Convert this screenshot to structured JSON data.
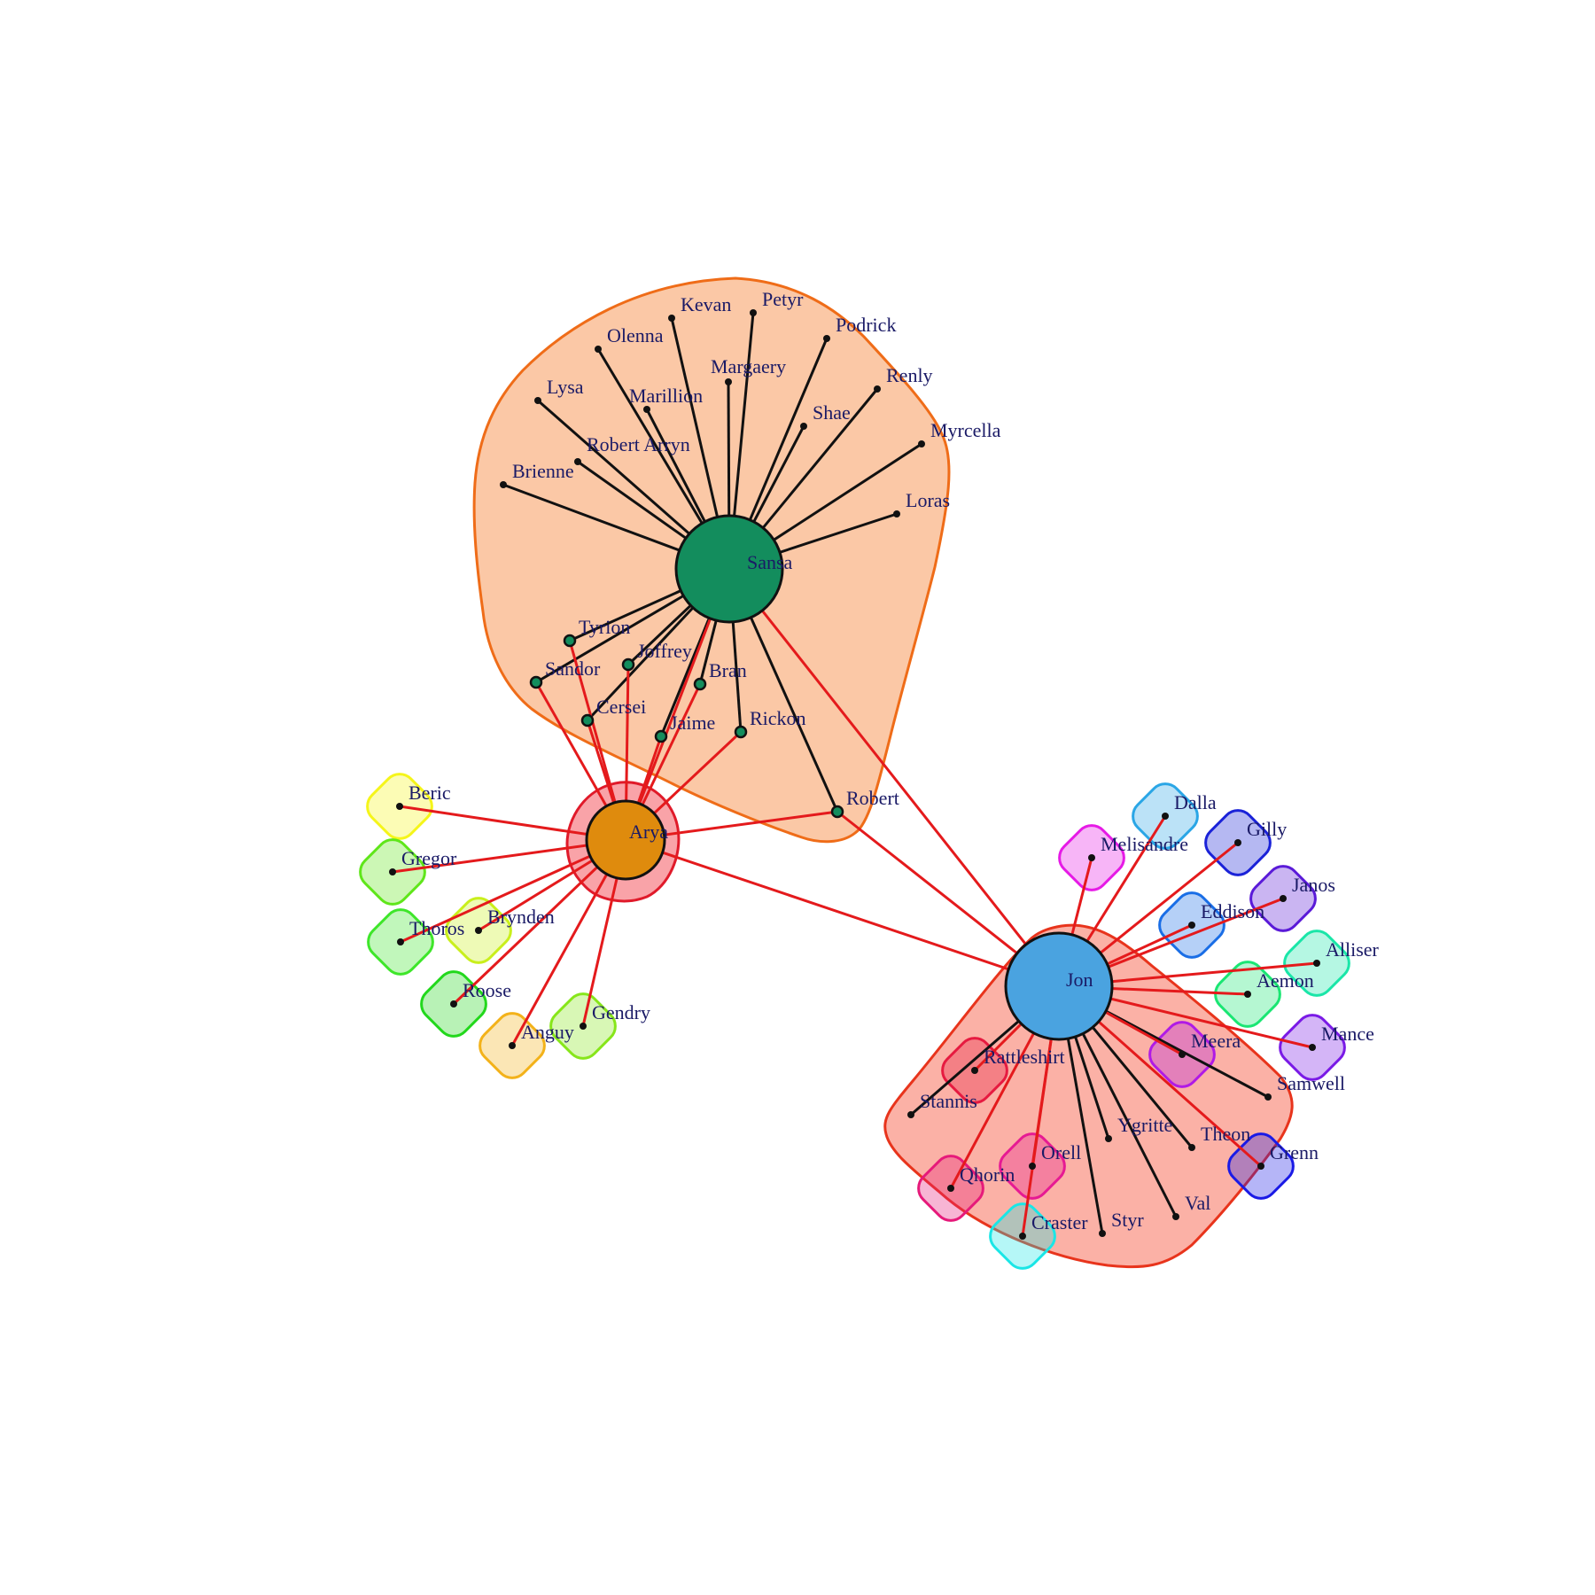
{
  "colors": {
    "edge_intra": "#111111",
    "edge_inter": "#e41a1c",
    "sansa_group_fill": "#fbc8a6",
    "sansa_group_stroke": "#ef6c18",
    "jon_group_fill": "#fbb1a6",
    "jon_group_stroke": "#e8341c",
    "arya_group_fill": "#f9a3a8",
    "arya_group_stroke": "#e01a2a",
    "label": "#1a1a66"
  },
  "hubs": [
    {
      "id": "sansa",
      "label": "Sansa",
      "color": "#138d5d"
    },
    {
      "id": "arya",
      "label": "Arya",
      "color": "#df8b0d"
    },
    {
      "id": "jon",
      "label": "Jon",
      "color": "#4aa3e0"
    }
  ],
  "mid_nodes": [
    {
      "id": "tyrion",
      "label": "Tyrion"
    },
    {
      "id": "joffrey",
      "label": "Joffrey"
    },
    {
      "id": "sandor",
      "label": "Sandor"
    },
    {
      "id": "bran",
      "label": "Bran"
    },
    {
      "id": "cersei",
      "label": "Cersei"
    },
    {
      "id": "jaime",
      "label": "Jaime"
    },
    {
      "id": "rickon",
      "label": "Rickon"
    },
    {
      "id": "robert",
      "label": "Robert"
    }
  ],
  "sansa_leaves": [
    {
      "id": "kevan",
      "label": "Kevan"
    },
    {
      "id": "petyr",
      "label": "Petyr"
    },
    {
      "id": "olenna",
      "label": "Olenna"
    },
    {
      "id": "podrick",
      "label": "Podrick"
    },
    {
      "id": "margaery",
      "label": "Margaery"
    },
    {
      "id": "lysa",
      "label": "Lysa"
    },
    {
      "id": "marillion",
      "label": "Marillion"
    },
    {
      "id": "renly",
      "label": "Renly"
    },
    {
      "id": "shae",
      "label": "Shae"
    },
    {
      "id": "myrcella",
      "label": "Myrcella"
    },
    {
      "id": "robert_arryn",
      "label": "Robert Arryn"
    },
    {
      "id": "brienne",
      "label": "Brienne"
    },
    {
      "id": "loras",
      "label": "Loras"
    }
  ],
  "arya_leaves": [
    {
      "id": "beric",
      "label": "Beric",
      "color": "#f5f51a"
    },
    {
      "id": "gregor",
      "label": "Gregor",
      "color": "#5fe61a"
    },
    {
      "id": "brynden",
      "label": "Brynden",
      "color": "#c9ef1c"
    },
    {
      "id": "thoros",
      "label": "Thoros",
      "color": "#3ee62a"
    },
    {
      "id": "roose",
      "label": "Roose",
      "color": "#22d81c"
    },
    {
      "id": "gendry",
      "label": "Gendry",
      "color": "#87e61a"
    },
    {
      "id": "anguy",
      "label": "Anguy",
      "color": "#f3b21a"
    }
  ],
  "jon_outer": [
    {
      "id": "dalla",
      "label": "Dalla",
      "color": "#2aa6e6"
    },
    {
      "id": "gilly",
      "label": "Gilly",
      "color": "#1a22d8"
    },
    {
      "id": "melisandre",
      "label": "Melisandre",
      "color": "#e61ae6"
    },
    {
      "id": "janos",
      "label": "Janos",
      "color": "#5a1ad8"
    },
    {
      "id": "eddison",
      "label": "Eddison",
      "color": "#1a6ee6"
    },
    {
      "id": "alliser",
      "label": "Alliser",
      "color": "#1ae6a8"
    },
    {
      "id": "aemon",
      "label": "Aemon",
      "color": "#1ae673"
    },
    {
      "id": "mance",
      "label": "Mance",
      "color": "#7a1ae6"
    },
    {
      "id": "meera",
      "label": "Meera",
      "color": "#b01ae6"
    },
    {
      "id": "rattleshirt",
      "label": "Rattleshirt",
      "color": "#e61a40"
    },
    {
      "id": "orell",
      "label": "Orell",
      "color": "#e61a93"
    },
    {
      "id": "qhorin",
      "label": "Qhorin",
      "color": "#e61a7a"
    },
    {
      "id": "craster",
      "label": "Craster",
      "color": "#1ae6e6"
    },
    {
      "id": "grenn",
      "label": "Grenn",
      "color": "#1a1ae6"
    }
  ],
  "jon_inner": [
    {
      "id": "samwell",
      "label": "Samwell"
    },
    {
      "id": "stannis",
      "label": "Stannis"
    },
    {
      "id": "ygritte",
      "label": "Ygritte"
    },
    {
      "id": "theon",
      "label": "Theon"
    },
    {
      "id": "styr",
      "label": "Styr"
    },
    {
      "id": "val",
      "label": "Val"
    }
  ],
  "edges_intra": [
    [
      "sansa",
      "kevan"
    ],
    [
      "sansa",
      "petyr"
    ],
    [
      "sansa",
      "olenna"
    ],
    [
      "sansa",
      "podrick"
    ],
    [
      "sansa",
      "margaery"
    ],
    [
      "sansa",
      "lysa"
    ],
    [
      "sansa",
      "marillion"
    ],
    [
      "sansa",
      "renly"
    ],
    [
      "sansa",
      "shae"
    ],
    [
      "sansa",
      "myrcella"
    ],
    [
      "sansa",
      "robert_arryn"
    ],
    [
      "sansa",
      "brienne"
    ],
    [
      "sansa",
      "loras"
    ],
    [
      "sansa",
      "tyrion"
    ],
    [
      "sansa",
      "joffrey"
    ],
    [
      "sansa",
      "sandor"
    ],
    [
      "sansa",
      "bran"
    ],
    [
      "sansa",
      "cersei"
    ],
    [
      "sansa",
      "jaime"
    ],
    [
      "sansa",
      "rickon"
    ],
    [
      "sansa",
      "robert"
    ],
    [
      "jon",
      "samwell"
    ],
    [
      "jon",
      "stannis"
    ],
    [
      "jon",
      "ygritte"
    ],
    [
      "jon",
      "theon"
    ],
    [
      "jon",
      "styr"
    ],
    [
      "jon",
      "val"
    ]
  ],
  "edges_inter": [
    [
      "arya",
      "sansa"
    ],
    [
      "arya",
      "tyrion"
    ],
    [
      "arya",
      "joffrey"
    ],
    [
      "arya",
      "sandor"
    ],
    [
      "arya",
      "bran"
    ],
    [
      "arya",
      "cersei"
    ],
    [
      "arya",
      "jaime"
    ],
    [
      "arya",
      "rickon"
    ],
    [
      "arya",
      "robert"
    ],
    [
      "arya",
      "beric"
    ],
    [
      "arya",
      "gregor"
    ],
    [
      "arya",
      "brynden"
    ],
    [
      "arya",
      "thoros"
    ],
    [
      "arya",
      "roose"
    ],
    [
      "arya",
      "gendry"
    ],
    [
      "arya",
      "anguy"
    ],
    [
      "arya",
      "jon"
    ],
    [
      "sansa",
      "jon"
    ],
    [
      "robert",
      "jon"
    ],
    [
      "jon",
      "dalla"
    ],
    [
      "jon",
      "gilly"
    ],
    [
      "jon",
      "melisandre"
    ],
    [
      "jon",
      "janos"
    ],
    [
      "jon",
      "eddison"
    ],
    [
      "jon",
      "alliser"
    ],
    [
      "jon",
      "aemon"
    ],
    [
      "jon",
      "mance"
    ],
    [
      "jon",
      "meera"
    ],
    [
      "jon",
      "rattleshirt"
    ],
    [
      "jon",
      "orell"
    ],
    [
      "jon",
      "qhorin"
    ],
    [
      "jon",
      "craster"
    ],
    [
      "jon",
      "grenn"
    ]
  ]
}
